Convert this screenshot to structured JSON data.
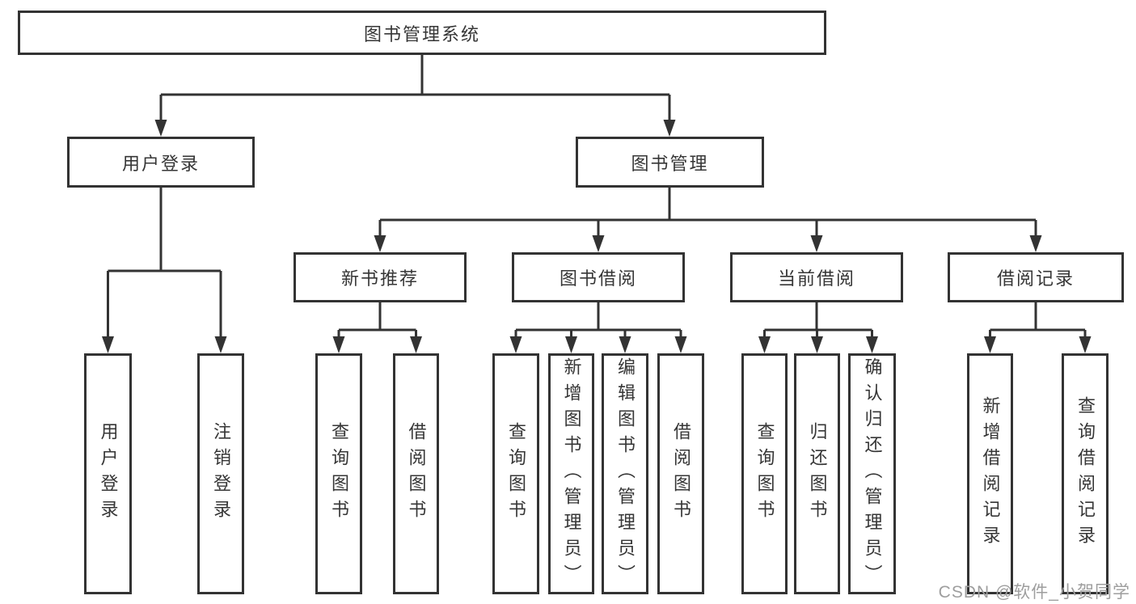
{
  "diagram": {
    "nodes": {
      "root": "图书管理系统",
      "level2": [
        {
          "label": "用户登录",
          "children": [
            "用户登录",
            "注销登录"
          ]
        },
        {
          "label": "图书管理"
        }
      ],
      "sections": [
        {
          "label": "新书推荐",
          "children": [
            "查询图书",
            "借阅图书"
          ]
        },
        {
          "label": "图书借阅",
          "children": [
            "查询图书",
            "新增图书（管理员）",
            "编辑图书（管理员）",
            "借阅图书"
          ]
        },
        {
          "label": "当前借阅",
          "children": [
            "查询图书",
            "归还图书",
            "确认归还（管理员）"
          ]
        },
        {
          "label": "借阅记录",
          "children": [
            "新增借阅记录",
            "查询借阅记录"
          ]
        }
      ]
    },
    "colors": {
      "line": "#333333",
      "text": "#363636",
      "background": "#ffffff",
      "watermark_text_color": "#9e9e9e"
    }
  },
  "watermark": "CSDN @软件_小贺同学"
}
